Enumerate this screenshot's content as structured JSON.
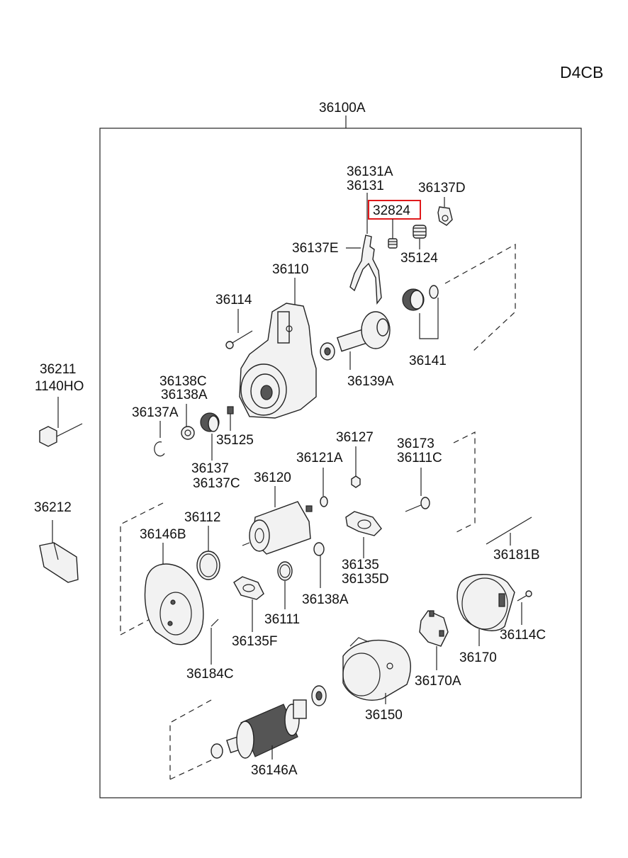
{
  "engine_code": "D4CB",
  "assembly_label": "36100A",
  "highlight_color": "#e0191b",
  "highlighted_part": "32824",
  "labels": {
    "p36131A": "36131A",
    "p36131": "36131",
    "p36137D": "36137D",
    "p32824": "32824",
    "p36137E": "36137E",
    "p35124": "35124",
    "p36110": "36110",
    "p36114": "36114",
    "p36141": "36141",
    "p36139A": "36139A",
    "p36211": "36211",
    "p1140HO": "1140HO",
    "p36138C": "36138C",
    "p36138A_top": "36138A",
    "p36137A": "36137A",
    "p35125": "35125",
    "p36137": "36137",
    "p36137C": "36137C",
    "p36127": "36127",
    "p36121A": "36121A",
    "p36173": "36173",
    "p36111C": "36111C",
    "p36120": "36120",
    "p36212": "36212",
    "p36112": "36112",
    "p36146B": "36146B",
    "p36181B": "36181B",
    "p36135": "36135",
    "p36135D": "36135D",
    "p36138A_mid": "36138A",
    "p36111": "36111",
    "p36135F": "36135F",
    "p36114C": "36114C",
    "p36170": "36170",
    "p36184C": "36184C",
    "p36170A": "36170A",
    "p36150": "36150",
    "p36146A": "36146A"
  }
}
